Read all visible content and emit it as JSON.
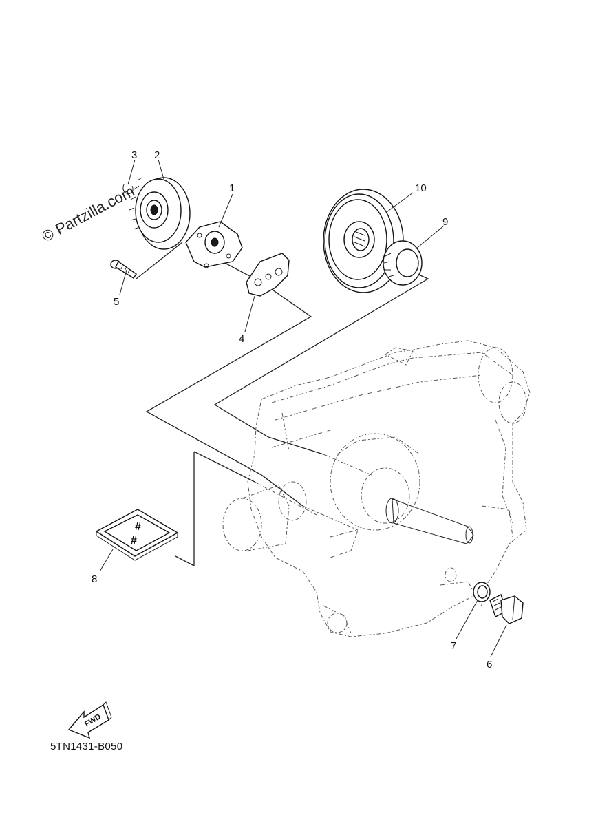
{
  "watermark": "© Partzilla.com",
  "diagram_code": "5TN1431-B050",
  "fwd_label": "FWD",
  "callouts": {
    "c1": "1",
    "c2": "2",
    "c3": "3",
    "c4": "4",
    "c5": "5",
    "c6": "6",
    "c7": "7",
    "c8": "8",
    "c9": "9",
    "c10": "10"
  }
}
